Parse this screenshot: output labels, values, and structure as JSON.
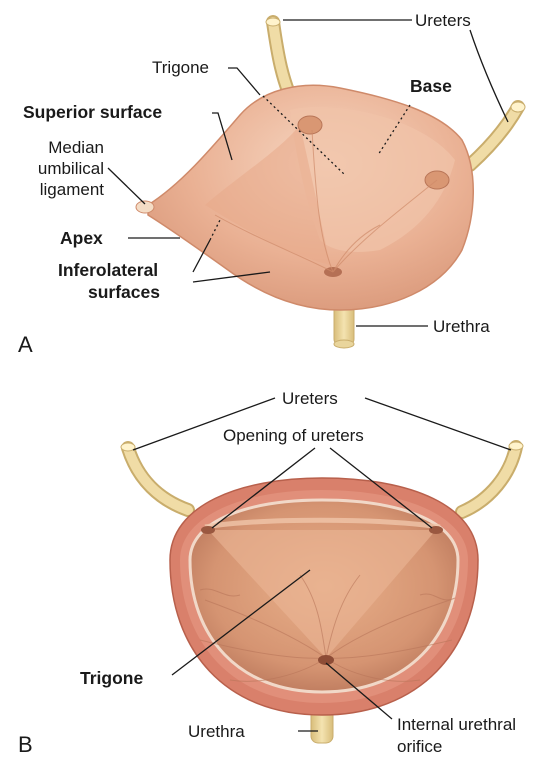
{
  "panel_a": {
    "letter": "A",
    "labels": {
      "ureters": "Ureters",
      "trigone": "Trigone",
      "base": "Base",
      "superior_surface": "Superior surface",
      "median_1": "Median",
      "median_2": "umbilical",
      "median_3": "ligament",
      "apex": "Apex",
      "inferolateral_1": "Inferolateral",
      "inferolateral_2": "surfaces",
      "urethra": "Urethra"
    }
  },
  "panel_b": {
    "letter": "B",
    "labels": {
      "ureters": "Ureters",
      "opening_of_ureters": "Opening of ureters",
      "trigone": "Trigone",
      "urethra": "Urethra",
      "internal_1": "Internal urethral",
      "internal_2": "orifice"
    }
  },
  "colors": {
    "bladder_fill": "#eab194",
    "bladder_light": "#f3cdb6",
    "bladder_edge": "#cf8a6a",
    "ureter": "#ecd79e",
    "ureter_edge": "#c9ad6c",
    "wall": "#d97f6a",
    "lumen": "#d99773"
  }
}
